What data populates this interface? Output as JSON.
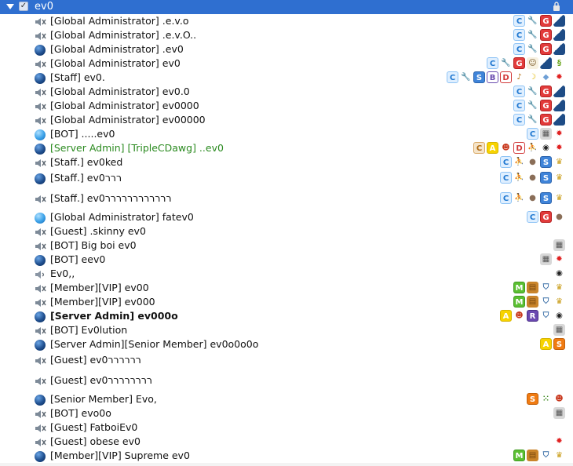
{
  "window": {
    "title": "ev0"
  },
  "colors": {
    "titlebar": "#2f6fd0",
    "green_text": "#2a8a1f"
  },
  "rows": [
    {
      "icon": "mic-muted-icon",
      "text": "[Global Administrator] .e.v.o",
      "style": "",
      "badges": [
        "c",
        "wrench",
        "G",
        "map"
      ]
    },
    {
      "icon": "mic-muted-icon",
      "text": "[Global Administrator] .e.v.O..",
      "style": "",
      "badges": [
        "c",
        "wrench",
        "G",
        "map"
      ]
    },
    {
      "icon": "ball-icon",
      "text": "[Global Administrator] .ev0",
      "style": "",
      "badges": [
        "c",
        "wrench",
        "G",
        "map"
      ]
    },
    {
      "icon": "mic-muted-user-icon",
      "text": "[Global Administrator] ev0",
      "style": "",
      "badges": [
        "c",
        "wrench",
        "G",
        "face",
        "map",
        "snake"
      ]
    },
    {
      "icon": "ball-icon",
      "text": "[Staff] ev0.",
      "style": "",
      "badges": [
        "c",
        "wrench",
        "S",
        "B",
        "D",
        "guitar",
        "banana",
        "shield2",
        "fire"
      ]
    },
    {
      "icon": "mic-muted-icon",
      "text": "[Global Administrator] ev0.0",
      "style": "",
      "badges": [
        "c",
        "wrench",
        "G",
        "map"
      ]
    },
    {
      "icon": "mic-muted-icon",
      "text": "[Global Administrator] ev0000",
      "style": "",
      "badges": [
        "c",
        "wrench",
        "G",
        "map"
      ]
    },
    {
      "icon": "mic-muted-icon",
      "text": "[Global Administrator] ev00000",
      "style": "",
      "badges": [
        "c",
        "wrench",
        "G",
        "map"
      ]
    },
    {
      "icon": "ball-light-icon",
      "text": "[BOT] .....ev0",
      "style": "",
      "badges": [
        "c",
        "robot",
        "fire"
      ]
    },
    {
      "icon": "ball-icon",
      "text": "[Server Admin] [TripleCDawg] ..ev0",
      "style": "green",
      "badges": [
        "c-bronze",
        "A",
        "pirate",
        "D",
        "runner",
        "sushi",
        "fire"
      ]
    },
    {
      "icon": "mic-muted-icon",
      "text": "[Staff.] ev0ked",
      "style": "",
      "badges": [
        "c",
        "runner",
        "mole",
        "S",
        "trophy"
      ]
    },
    {
      "icon": "ball-icon",
      "text": "[Staff.] ev0ררר",
      "style": "",
      "badges": [
        "c",
        "runner",
        "mole",
        "S",
        "trophy"
      ]
    },
    {
      "icon": "mic-muted-icon",
      "text": "[Staff.] ev0רררררררררררר",
      "style": "",
      "badges": [
        "c",
        "runner",
        "mole",
        "S",
        "trophy"
      ]
    },
    {
      "icon": "ball-light-icon",
      "text": "[Global Administrator] fatev0",
      "style": "",
      "badges": [
        "c",
        "G",
        "mole"
      ]
    },
    {
      "icon": "mic-muted-icon",
      "text": "[Guest] .skinny ev0",
      "style": "",
      "badges": []
    },
    {
      "icon": "mic-muted-icon",
      "text": "[BOT] Big boi ev0",
      "style": "",
      "badges": [
        "robot"
      ]
    },
    {
      "icon": "ball-icon",
      "text": "[BOT] eev0",
      "style": "",
      "badges": [
        "robot",
        "fire"
      ]
    },
    {
      "icon": "speaker-muted-icon",
      "text": "Ev0,,",
      "style": "",
      "badges": [
        "sushi"
      ]
    },
    {
      "icon": "mic-muted-icon",
      "text": "[Member][VIP] ev00",
      "style": "",
      "badges": [
        "M",
        "chest",
        "shield3",
        "trophy"
      ]
    },
    {
      "icon": "mic-muted-icon",
      "text": "[Member][VIP] ev000",
      "style": "",
      "badges": [
        "M",
        "chest",
        "shield3",
        "trophy"
      ]
    },
    {
      "icon": "ball-icon",
      "text": "[Server Admin] ev000o",
      "style": "bold",
      "badges": [
        "A",
        "pirate",
        "R",
        "shield3",
        "sushi"
      ]
    },
    {
      "icon": "mic-muted-icon",
      "text": "[BOT] Ev0lution",
      "style": "",
      "badges": [
        "robot"
      ]
    },
    {
      "icon": "ball-icon",
      "text": "[Server Admin][Senior Member] ev0o0o0o",
      "style": "",
      "badges": [
        "A",
        "S-orange"
      ]
    },
    {
      "icon": "mic-muted-icon",
      "text": "[Guest] ev0רררררר",
      "style": "",
      "badges": []
    },
    {
      "icon": "mic-muted-icon",
      "text": "[Guest] ev0רררררררר",
      "style": "",
      "badges": []
    },
    {
      "icon": "ball-icon",
      "text": "[Senior Member] Evo,",
      "style": "",
      "badges": [
        "S-orange",
        "dots",
        "pirate"
      ]
    },
    {
      "icon": "mic-muted-icon",
      "text": "[BOT] evo0o",
      "style": "",
      "badges": [
        "robot"
      ]
    },
    {
      "icon": "mic-muted-icon",
      "text": "[Guest] FatboiEv0",
      "style": "",
      "badges": []
    },
    {
      "icon": "mic-muted-user-icon",
      "text": "[Guest] obese ev0",
      "style": "",
      "badges": [
        "fire"
      ]
    },
    {
      "icon": "ball-icon",
      "text": "[Member][VIP] Supreme ev0",
      "style": "",
      "badges": [
        "M",
        "chest",
        "shield3",
        "trophy"
      ]
    }
  ],
  "badge_labels": {
    "c": "C",
    "c-bronze": "C",
    "G": "G",
    "S": "S",
    "S-orange": "S",
    "B": "B",
    "D": "D",
    "A": "A",
    "M": "M",
    "R": "R"
  }
}
